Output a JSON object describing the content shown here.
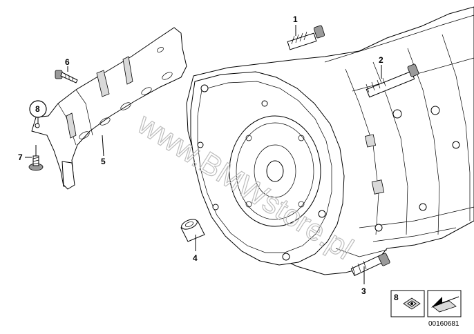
{
  "diagram": {
    "callouts": {
      "c1": "1",
      "c2": "2",
      "c3": "3",
      "c4": "4",
      "c5": "5",
      "c6": "6",
      "c7": "7",
      "c8": "8"
    },
    "legend_callout": "8",
    "watermark": "www.BMWstore.pl",
    "part_number": "00160681"
  }
}
